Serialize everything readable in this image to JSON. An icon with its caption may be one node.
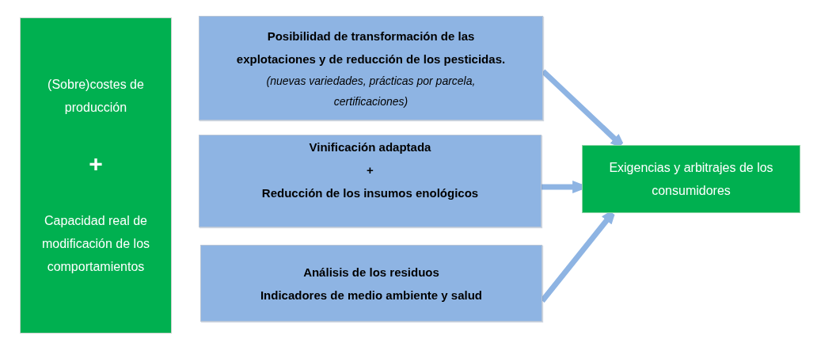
{
  "diagram": {
    "nodes": [
      {
        "text": [
          "(Sobre)costes de producción",
          "+",
          "Capacidad real de modificación de los comportamientos"
        ]
      },
      {
        "text": [
          "Posibilidad de transformación de las explotaciones y de reducción de los pesticidas.",
          "(nuevas variedades, prácticas por parcela, certificaciones)"
        ]
      },
      {
        "text": [
          "Vinificación adaptada",
          "+",
          "Reducción de los insumos enológicos"
        ]
      },
      {
        "text": [
          "Análisis de los residuos",
          "Indicadores de medio ambiente y salud"
        ]
      },
      {
        "text": [
          "Exigencias y arbitrajes de los consumidores"
        ]
      }
    ],
    "edges": [
      {
        "from": 1,
        "to": 4,
        "arrow": "to"
      },
      {
        "from": 2,
        "to": 4,
        "arrow": "to"
      },
      {
        "from": 3,
        "to": 4,
        "arrow": "to"
      }
    ]
  }
}
